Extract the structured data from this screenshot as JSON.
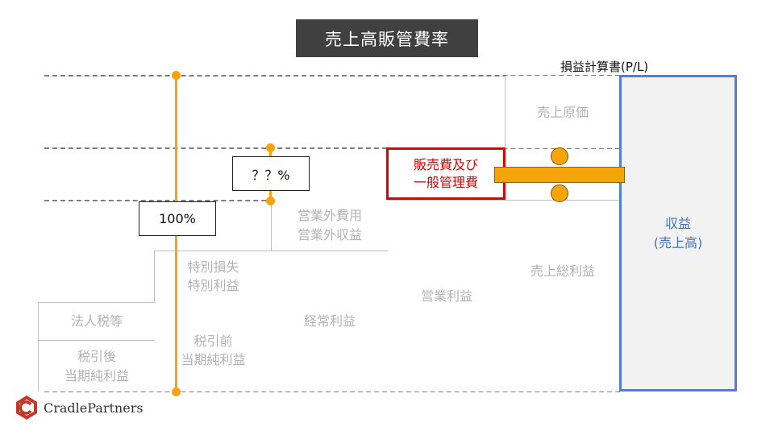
{
  "title": "売上高販管費率",
  "pl_title": "損益計算書(P/L)",
  "revenue": {
    "line1": "収益",
    "line2": "(売上高)"
  },
  "cost_of_sales": "売上原価",
  "sga": {
    "line1": "販売費及び",
    "line2": "一般管理費"
  },
  "gross_profit": "売上総利益",
  "operating_profit": "営業利益",
  "non_operating": {
    "line1": "営業外費用",
    "line2": "営業外収益"
  },
  "ordinary_profit": "経常利益",
  "extraordinary": {
    "line1": "特別損失",
    "line2": "特別利益"
  },
  "pretax": {
    "line1": "税引前",
    "line2": "当期純利益"
  },
  "tax": "法人税等",
  "net_income": {
    "line1": "税引後",
    "line2": "当期純利益"
  },
  "label_100": "100%",
  "label_ratio": "？？%",
  "logo_text": "CradlePartners",
  "colors": {
    "orange": "#f5a40a",
    "red": "#e00000",
    "blue": "#4f7fd9",
    "dark": "#404040"
  }
}
